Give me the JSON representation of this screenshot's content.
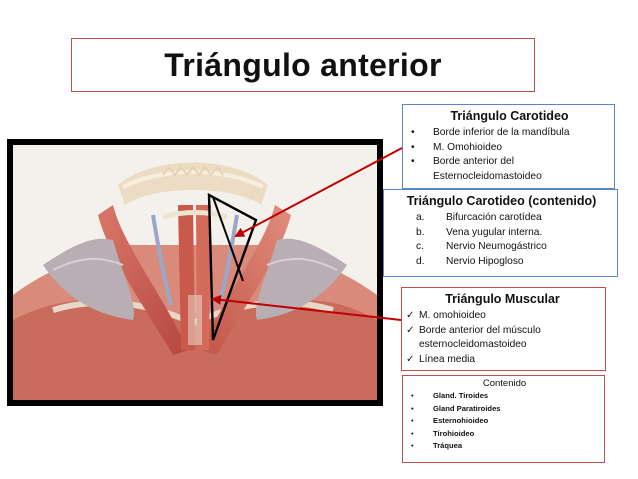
{
  "title": "Triángulo anterior",
  "carotid_box": {
    "heading": "Triángulo Carotideo",
    "items": [
      {
        "marker": "•",
        "text": "Borde inferior de la mandíbula"
      },
      {
        "marker": "•",
        "text": "M. Omohioideo"
      },
      {
        "marker": "•",
        "text": "Borde anterior del Esternocleidomastoideo"
      }
    ]
  },
  "carotid_contents_box": {
    "heading": "Triángulo Carotideo (contenido)",
    "items": [
      {
        "marker": "a.",
        "text": "Bifurcación carotídea"
      },
      {
        "marker": "b.",
        "text": "Vena yugular interna."
      },
      {
        "marker": "c.",
        "text": "Nervio Neumogástrico"
      },
      {
        "marker": "d.",
        "text": "Nervio Hipogloso"
      }
    ]
  },
  "muscular_box": {
    "heading": "Triángulo Muscular",
    "items": [
      {
        "marker": "✓",
        "text": "M. omohioideo"
      },
      {
        "marker": "✓",
        "text": "Borde anterior del músculo esternocleidomastoideo"
      },
      {
        "marker": "✓",
        "text": "Línea media"
      }
    ]
  },
  "muscular_contents_box": {
    "heading": "Contenido",
    "items": [
      {
        "marker": "•",
        "text": "Gland. Tiroides"
      },
      {
        "marker": "•",
        "text": "Gland Paratiroides"
      },
      {
        "marker": "•",
        "text": "Esternohioideo"
      },
      {
        "marker": "•",
        "text": "Tirohioideo"
      },
      {
        "marker": "•",
        "text": "Tráquea"
      }
    ]
  },
  "colors": {
    "title_border": "#c05050",
    "blue_border": "#5b86c4",
    "red_border": "#c0504d",
    "arrow": "#c00000"
  }
}
